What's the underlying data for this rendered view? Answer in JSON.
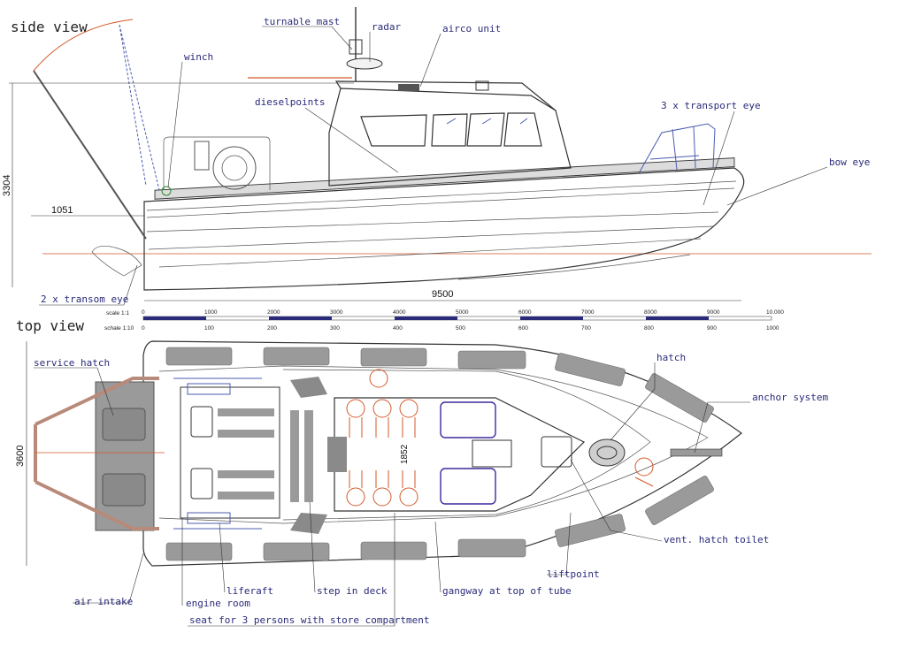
{
  "views": {
    "side": "side view",
    "top": "top view"
  },
  "side_labels": {
    "turnable_mast": "turnable mast",
    "radar": "radar",
    "airco_unit": "airco unit",
    "winch": "winch",
    "dieselpoints": "dieselpoints",
    "transport_eye": "3 x transport eye",
    "bow_eye": "bow eye",
    "transom_eye": "2 x transom eye"
  },
  "side_dimensions": {
    "height": "3304",
    "overhang": "1051",
    "length": "9500"
  },
  "scale_bar": {
    "label_1": "scale 1:1",
    "label_10": "schale 1:10",
    "ticks_1": [
      "0",
      "1000",
      "2000",
      "3000",
      "4000",
      "5000",
      "6000",
      "7000",
      "8000",
      "9000",
      "10.000"
    ],
    "ticks_10": [
      "0",
      "100",
      "200",
      "300",
      "400",
      "500",
      "600",
      "700",
      "800",
      "900",
      "1000"
    ]
  },
  "top_labels": {
    "service_hatch": "service hatch",
    "hatch": "hatch",
    "anchor_system": "anchor system",
    "vent_hatch_toilet": "vent. hatch toilet",
    "liftpoint": "liftpoint",
    "gangway": "gangway at top of tube",
    "step_in_deck": "step in deck",
    "liferaft": "liferaft",
    "engine_room": "engine room",
    "air_intake": "air intake",
    "seat": "seat for 3 persons with store compartment"
  },
  "top_dimensions": {
    "beam": "3600",
    "inner": "1852"
  },
  "colors": {
    "label_text": "#2a2a7a",
    "line": "#333333",
    "accent_blue": "#4b5bb0",
    "accent_orange": "#d25a2a",
    "fender_pad": "#9a9a9a"
  }
}
